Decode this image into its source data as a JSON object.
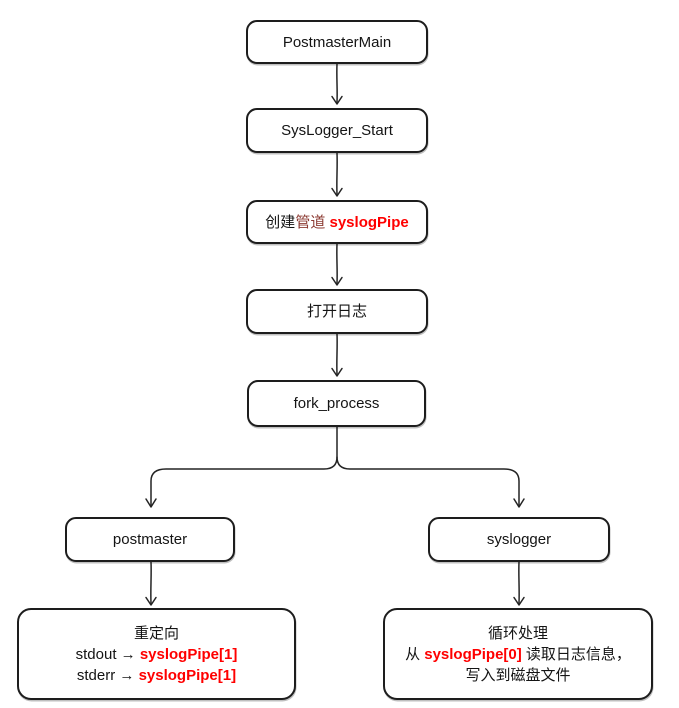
{
  "diagram": {
    "type": "flowchart",
    "style": "hand-drawn",
    "colors": {
      "background": "#ffffff",
      "node_border": "#1d1d1d",
      "text": "#141414",
      "accent_red": "#ff0000",
      "dark_red": "#8c3b33"
    },
    "nodes": {
      "postmaster_main": {
        "label": "PostmasterMain"
      },
      "syslogger_start": {
        "label": "SysLogger_Start"
      },
      "create_pipe": {
        "part_black": "创建",
        "part_darkred": "管道",
        "part_red": " syslogPipe"
      },
      "open_log": {
        "label": "打开日志"
      },
      "fork_process": {
        "label": "fork_process"
      },
      "postmaster": {
        "label": "postmaster"
      },
      "syslogger": {
        "label": "syslogger"
      },
      "redirect": {
        "title": "重定向",
        "line2_pre": "stdout → ",
        "line2_red": "syslogPipe[1]",
        "line3_pre": "stderr → ",
        "line3_red": "syslogPipe[1]"
      },
      "loop_process": {
        "title": "循环处理",
        "line2_pre": "从 ",
        "line2_red": "syslogPipe[0]",
        "line2_post": " 读取日志信息，",
        "line3": "写入到磁盘文件"
      }
    },
    "edges": [
      "PostmasterMain -> SysLogger_Start",
      "SysLogger_Start -> 创建管道 syslogPipe",
      "创建管道 syslogPipe -> 打开日志",
      "打开日志 -> fork_process",
      "fork_process -> postmaster",
      "fork_process -> syslogger",
      "postmaster -> 重定向",
      "syslogger -> 循环处理"
    ]
  }
}
